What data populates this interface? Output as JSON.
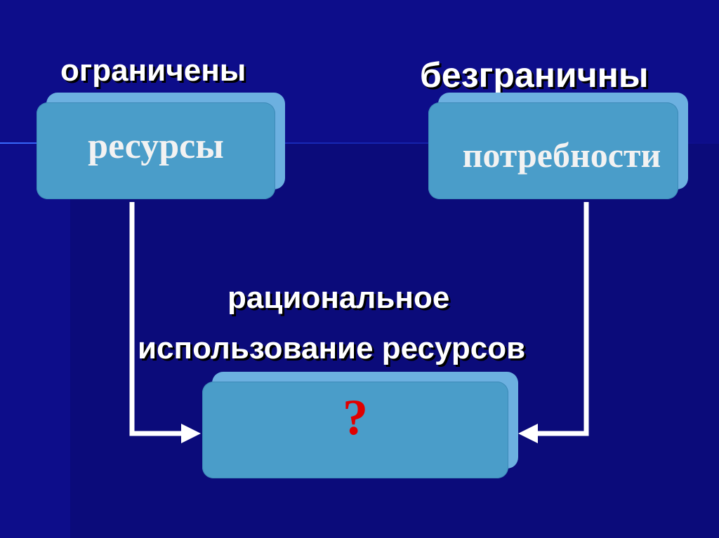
{
  "labels": {
    "limited": "ограничены",
    "unlimited": "безграничны",
    "resources": "ресурсы",
    "needs": "потребности",
    "rational_line1": "рациональное",
    "rational_line2": "использование ресурсов",
    "question": "?"
  },
  "colors": {
    "background": "#0d0d8a",
    "box_front": "#4a9dc9",
    "box_back": "#6cb0e0",
    "arrow": "#ffffff",
    "question": "#e00000"
  }
}
